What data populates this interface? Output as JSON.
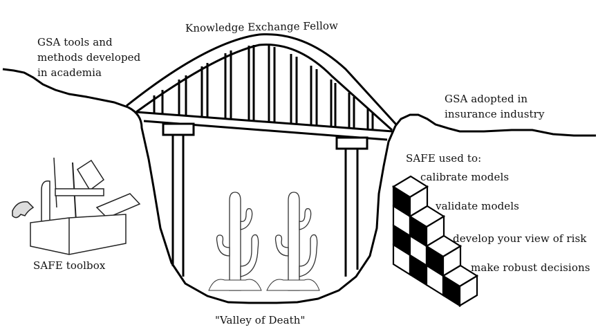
{
  "title": "Knowledge Exchange Fellow",
  "left_bank": {
    "lines": [
      "GSA tools and",
      "methods developed",
      "in academia"
    ]
  },
  "right_bank": {
    "lines": [
      "GSA adopted in",
      "insurance industry"
    ]
  },
  "toolbox": {
    "label": "SAFE toolbox"
  },
  "valley": {
    "label": "\"Valley of Death\""
  },
  "safe_uses": {
    "heading": "SAFE used to:",
    "steps": [
      "calibrate models",
      "validate models",
      "develop your view of risk",
      "make robust decisions"
    ]
  }
}
